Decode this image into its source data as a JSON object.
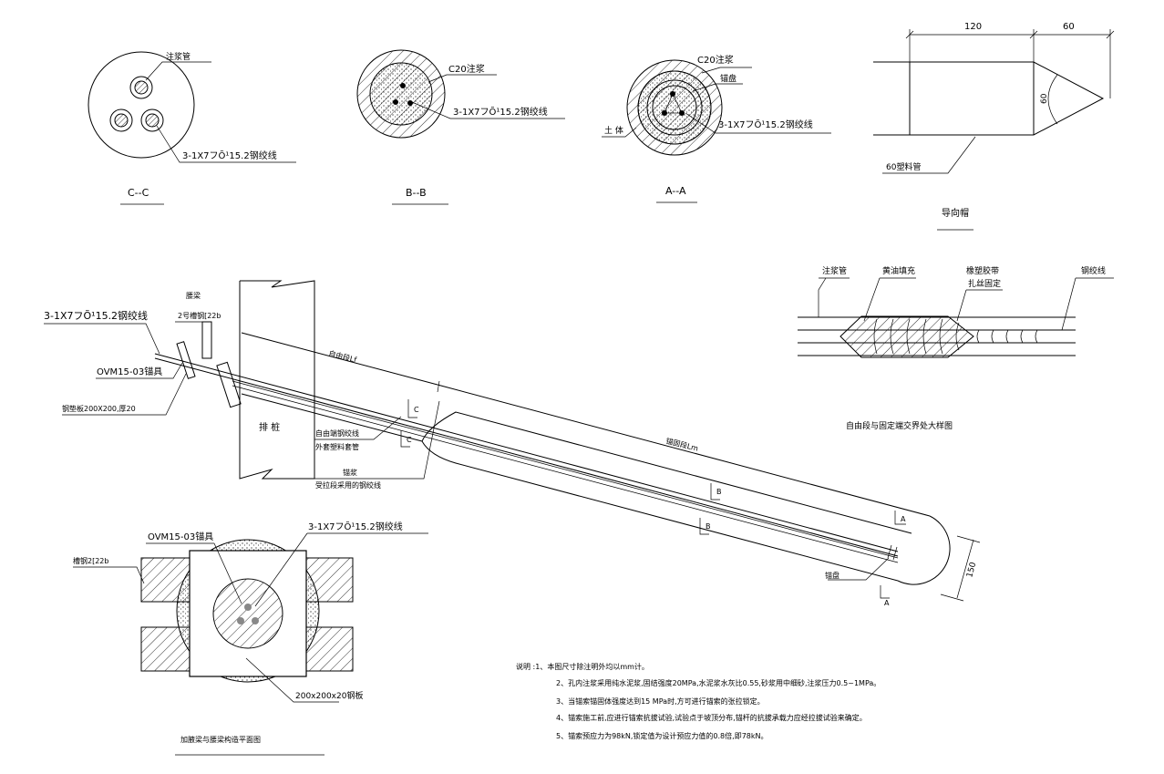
{
  "section_cc": {
    "title": "C--C",
    "grout_pipe_label": "注浆管",
    "strand_label": "3-1X7フÕ¹15.2钢绞线"
  },
  "section_bb": {
    "title": "B--B",
    "concrete_label": "C20注浆",
    "strand_label": "3-1X7フÕ¹15.2钢绞线"
  },
  "section_aa": {
    "title": "A--A",
    "concrete_label": "C20注浆",
    "spacer_label": "锚盘",
    "soil_label": "土 体",
    "strand_label": "3-1X7フÕ¹15.2钢绞线"
  },
  "guide_cap": {
    "dim_top_left": "120",
    "dim_top_right": "60",
    "dim_vertical": "60",
    "pipe_label": "60塑料管",
    "title": "导向帽"
  },
  "joint_detail": {
    "label_grout_pipe": "注浆管",
    "label_grease": "黄油填充",
    "label_tape": "橡塑胶带",
    "label_tape_sub": "扎丝固定",
    "label_strand": "钢绞线",
    "title": "自由段与固定端交界处大样图"
  },
  "main_elevation": {
    "strand_label": "3-1X7フÕ¹15.2钢绞线",
    "waler_label": "腰梁",
    "channel_label": "2号槽钢[22b",
    "anchor_label": "OVM15-03锚具",
    "plate_label": "钢垫板200X200,厚20",
    "pile_label": "排 桩",
    "free_length_label": "自由段Lf",
    "anchor_length_label": "锚固段Lm",
    "free_strand_label": "自由端钢绞线",
    "sleeve_label": "外套塑料套管",
    "grout_label": "锚浆",
    "grout_sub_label": "受拉段采用的钢绞线",
    "spacer_label": "锚盘",
    "mark_c_top": "C",
    "mark_c_bottom": "C",
    "mark_b_top": "B",
    "mark_b_bottom": "B",
    "mark_a_top": "A",
    "mark_a_bottom": "A",
    "dim_150": "150"
  },
  "plan_detail": {
    "anchor_label": "OVM15-03锚具",
    "strand_label": "3-1X7フÕ¹15.2钢绞线",
    "channel_label": "槽钢2[22b",
    "plate_label": "200x200x20钢板",
    "title": "加腋梁与腰梁构造平面图"
  },
  "notes": {
    "line1": "说明 :1、本图尺寸除注明外均以mm计。",
    "line2": "2、孔内注浆采用纯水泥浆,固结强度20MPa,水泥浆水灰比0.55,砂浆用中细砂,注浆压力0.5~1MPa。",
    "line3": "3、当锚索锚固体强度达到15 MPa时,方可进行锚索的张拉锁定。",
    "line4": "4、锚索施工前,应进行锚索抗拔试验,试验点于坡顶分布,锚杆的抗拔承载力应经拉拔试验来确定。",
    "line5": "5、锚索预应力为98kN,锁定值为设计预应力值的0.8倍,即78kN。"
  }
}
